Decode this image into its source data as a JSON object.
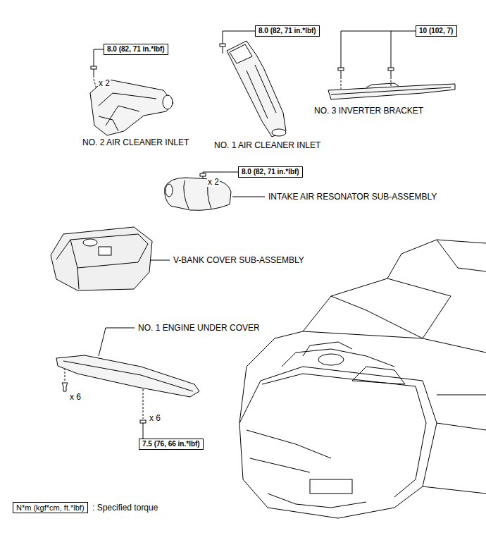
{
  "diagram": {
    "nodes": [
      {
        "text": [
          "8.0 (82, 71 in.*lbf)"
        ]
      },
      {
        "text": [
          "8.0 (82, 71 in.*lbf)"
        ]
      },
      {
        "text": [
          "10 (102, 7)"
        ]
      },
      {
        "text": [
          "8.0 (82, 71 in.*lbf)"
        ]
      },
      {
        "text": [
          "7.5 (76, 66 in.*lbf)"
        ]
      },
      {
        "text": [
          "N*m (kgf*cm, ft.*lbf)"
        ]
      }
    ],
    "labels": [
      "x 2",
      "NO. 2 AIR CLEANER INLET",
      "NO. 1 AIR CLEANER INLET",
      "NO. 3 INVERTER BRACKET",
      "x 2",
      "INTAKE AIR RESONATOR SUB-ASSEMBLY",
      "V-BANK COVER SUB-ASSEMBLY",
      "NO. 1 ENGINE UNDER COVER",
      "x 6",
      "x 6",
      ": Specified torque"
    ]
  }
}
